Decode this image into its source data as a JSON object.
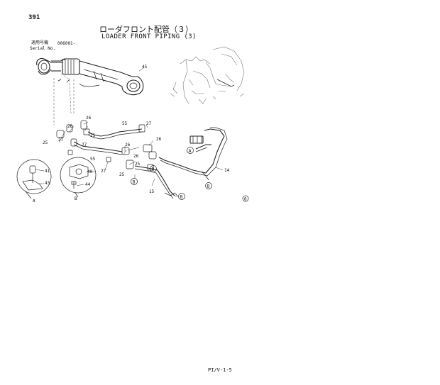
{
  "header": {
    "page_number": "391",
    "title_jp": "ローダフロント配管（３）",
    "title_en": "LOADER FRONT PIPING (3)",
    "serial_label_jp": "適用号機",
    "serial_value": "006001-",
    "serial_label_en": "Serial No."
  },
  "callouts": {
    "c45": "45",
    "c55a": "55",
    "c55b": "55",
    "c27a": "27",
    "c27b": "27",
    "c27c": "27",
    "c27d": "27",
    "c26a": "26",
    "c26b": "26",
    "c26c": "26",
    "c26d": "26",
    "c26e": "26",
    "c25a": "25",
    "c25b": "25",
    "c25c": "25",
    "c25d": "25",
    "c14": "14",
    "c15": "15",
    "c41": "41",
    "c43": "43",
    "c40": "40",
    "c44": "44"
  },
  "detail_labels": {
    "a": "A",
    "b": "B"
  },
  "markers": {
    "A": "A",
    "B": "B",
    "corner": "6"
  },
  "footer": "PI/V-1-5"
}
